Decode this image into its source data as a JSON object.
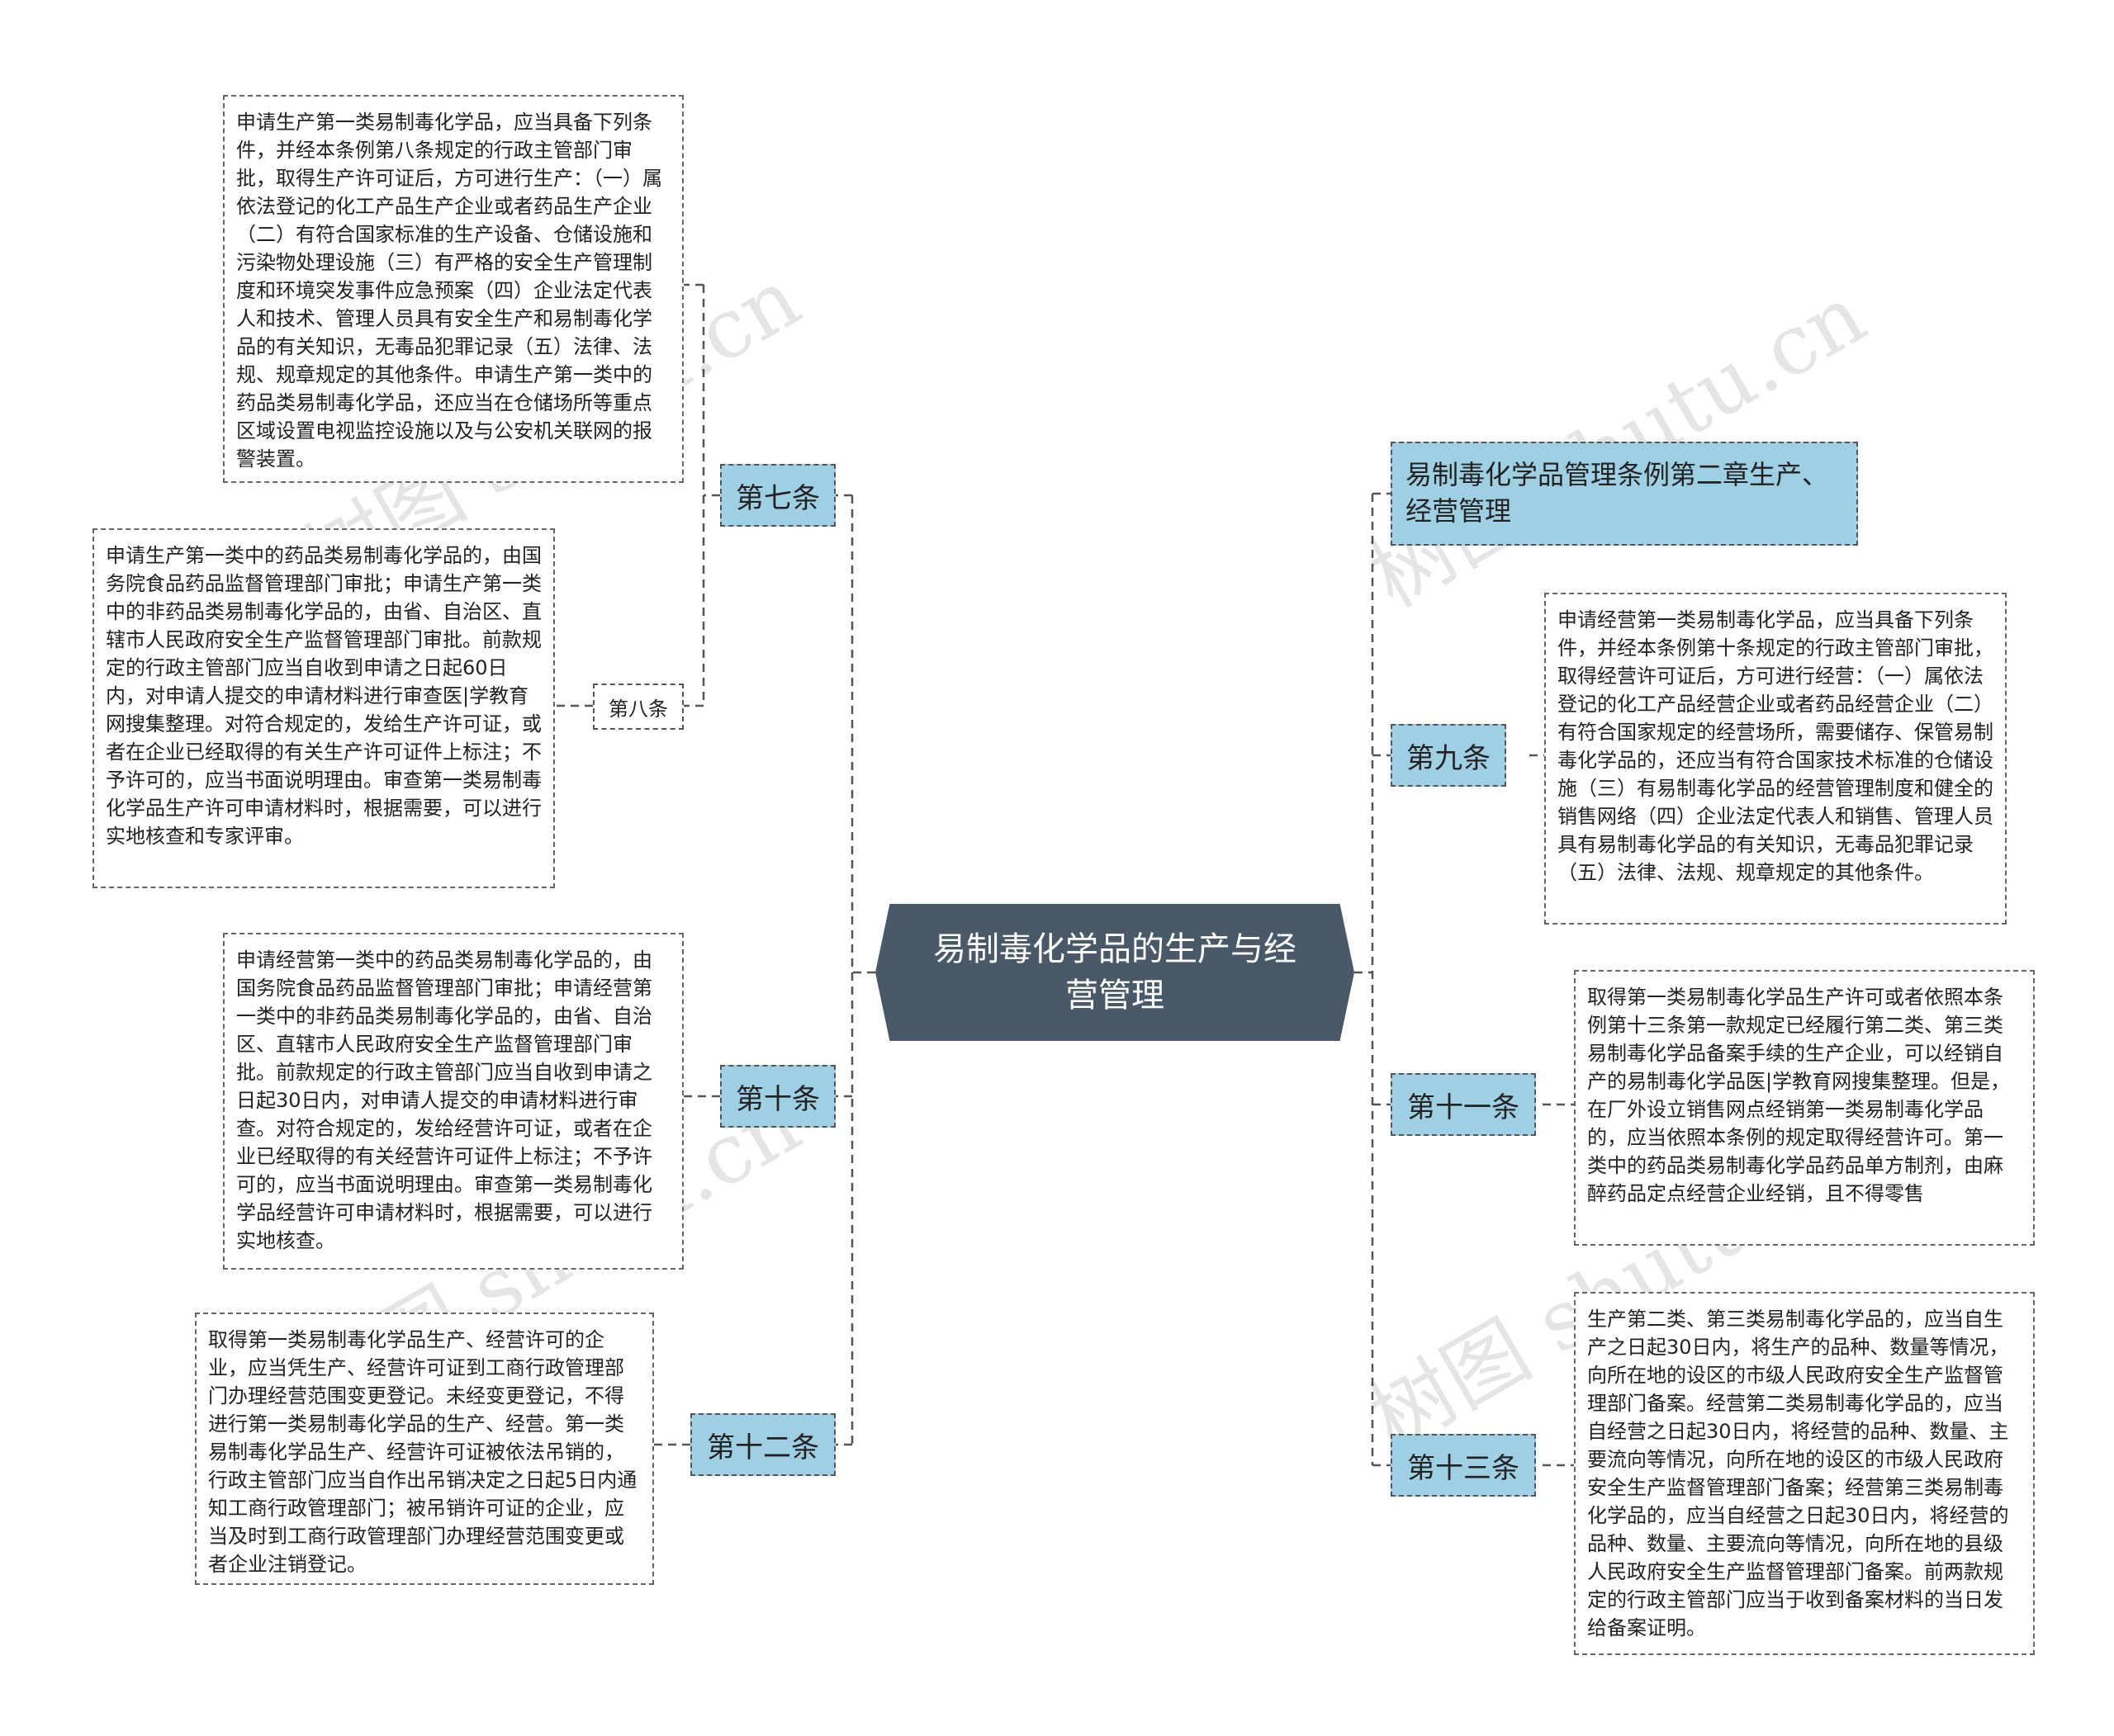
{
  "root": {
    "label": "易制毒化学品的生产与经营管理"
  },
  "title_node": {
    "label": "易制毒化学品管理条例第二章生产、经营管理"
  },
  "branches": {
    "art7": {
      "label": "第七条",
      "text": "申请生产第一类易制毒化学品，应当具备下列条件，并经本条例第八条规定的行政主管部门审批，取得生产许可证后，方可进行生产：（一）属依法登记的化工产品生产企业或者药品生产企业（二）有符合国家标准的生产设备、仓储设施和污染物处理设施（三）有严格的安全生产管理制度和环境突发事件应急预案（四）企业法定代表人和技术、管理人员具有安全生产和易制毒化学品的有关知识，无毒品犯罪记录（五）法律、法规、规章规定的其他条件。申请生产第一类中的药品类易制毒化学品，还应当在仓储场所等重点区域设置电视监控设施以及与公安机关联网的报警装置。"
    },
    "art8": {
      "label": "第八条",
      "text": "申请生产第一类中的药品类易制毒化学品的，由国务院食品药品监督管理部门审批；申请生产第一类中的非药品类易制毒化学品的，由省、自治区、直辖市人民政府安全生产监督管理部门审批。前款规定的行政主管部门应当自收到申请之日起60日内，对申请人提交的申请材料进行审查医|学教育网搜集整理。对符合规定的，发给生产许可证，或者在企业已经取得的有关生产许可证件上标注；不予许可的，应当书面说明理由。审查第一类易制毒化学品生产许可申请材料时，根据需要，可以进行实地核查和专家评审。"
    },
    "art10": {
      "label": "第十条",
      "text": "申请经营第一类中的药品类易制毒化学品的，由国务院食品药品监督管理部门审批；申请经营第一类中的非药品类易制毒化学品的，由省、自治区、直辖市人民政府安全生产监督管理部门审批。前款规定的行政主管部门应当自收到申请之日起30日内，对申请人提交的申请材料进行审查。对符合规定的，发给经营许可证，或者在企业已经取得的有关经营许可证件上标注；不予许可的，应当书面说明理由。审查第一类易制毒化学品经营许可申请材料时，根据需要，可以进行实地核查。"
    },
    "art12": {
      "label": "第十二条",
      "text": "取得第一类易制毒化学品生产、经营许可的企业，应当凭生产、经营许可证到工商行政管理部门办理经营范围变更登记。未经变更登记，不得进行第一类易制毒化学品的生产、经营。第一类易制毒化学品生产、经营许可证被依法吊销的，行政主管部门应当自作出吊销决定之日起5日内通知工商行政管理部门；被吊销许可证的企业，应当及时到工商行政管理部门办理经营范围变更或者企业注销登记。"
    },
    "art9": {
      "label": "第九条",
      "text": "申请经营第一类易制毒化学品，应当具备下列条件，并经本条例第十条规定的行政主管部门审批，取得经营许可证后，方可进行经营：（一）属依法登记的化工产品经营企业或者药品经营企业（二）有符合国家规定的经营场所，需要储存、保管易制毒化学品的，还应当有符合国家技术标准的仓储设施（三）有易制毒化学品的经营管理制度和健全的销售网络（四）企业法定代表人和销售、管理人员具有易制毒化学品的有关知识，无毒品犯罪记录（五）法律、法规、规章规定的其他条件。"
    },
    "art11": {
      "label": "第十一条",
      "text": "取得第一类易制毒化学品生产许可或者依照本条例第十三条第一款规定已经履行第二类、第三类易制毒化学品备案手续的生产企业，可以经销自产的易制毒化学品医|学教育网搜集整理。但是，在厂外设立销售网点经销第一类易制毒化学品的，应当依照本条例的规定取得经营许可。第一类中的药品类易制毒化学品药品单方制剂，由麻醉药品定点经营企业经销，且不得零售"
    },
    "art13": {
      "label": "第十三条",
      "text": "生产第二类、第三类易制毒化学品的，应当自生产之日起30日内，将生产的品种、数量等情况，向所在地的设区的市级人民政府安全生产监督管理部门备案。经营第二类易制毒化学品的，应当自经营之日起30日内，将经营的品种、数量、主要流向等情况，向所在地的设区的市级人民政府安全生产监督管理部门备案；经营第三类易制毒化学品的，应当自经营之日起30日内，将经营的品种、数量、主要流向等情况，向所在地的县级人民政府安全生产监督管理部门备案。前两款规定的行政主管部门应当于收到备案材料的当日发给备案证明。"
    }
  },
  "watermark": "树图 shutu.cn",
  "colors": {
    "root_bg": "#4a5967",
    "node_bg": "#9ecfe3",
    "line": "#555555"
  }
}
